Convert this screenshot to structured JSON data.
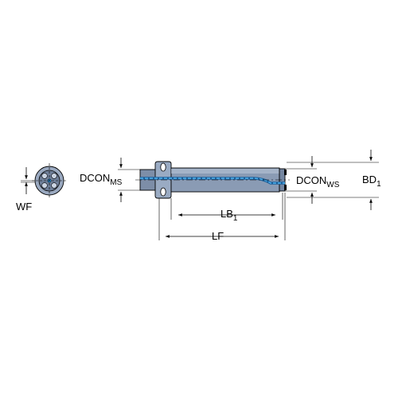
{
  "dimensions": {
    "wf": "WF",
    "dcon_ms": {
      "main": "DCON",
      "sub": "MS"
    },
    "dcon_ws": {
      "main": "DCON",
      "sub": "WS"
    },
    "bd1": {
      "main": "BD",
      "sub": "1"
    },
    "lb1": {
      "main": "LB",
      "sub": "1"
    },
    "lf": "LF"
  },
  "colors": {
    "tool_body": "#8a9bb4",
    "coolant_channel": "#2a8fd6",
    "outline": "#000000"
  }
}
